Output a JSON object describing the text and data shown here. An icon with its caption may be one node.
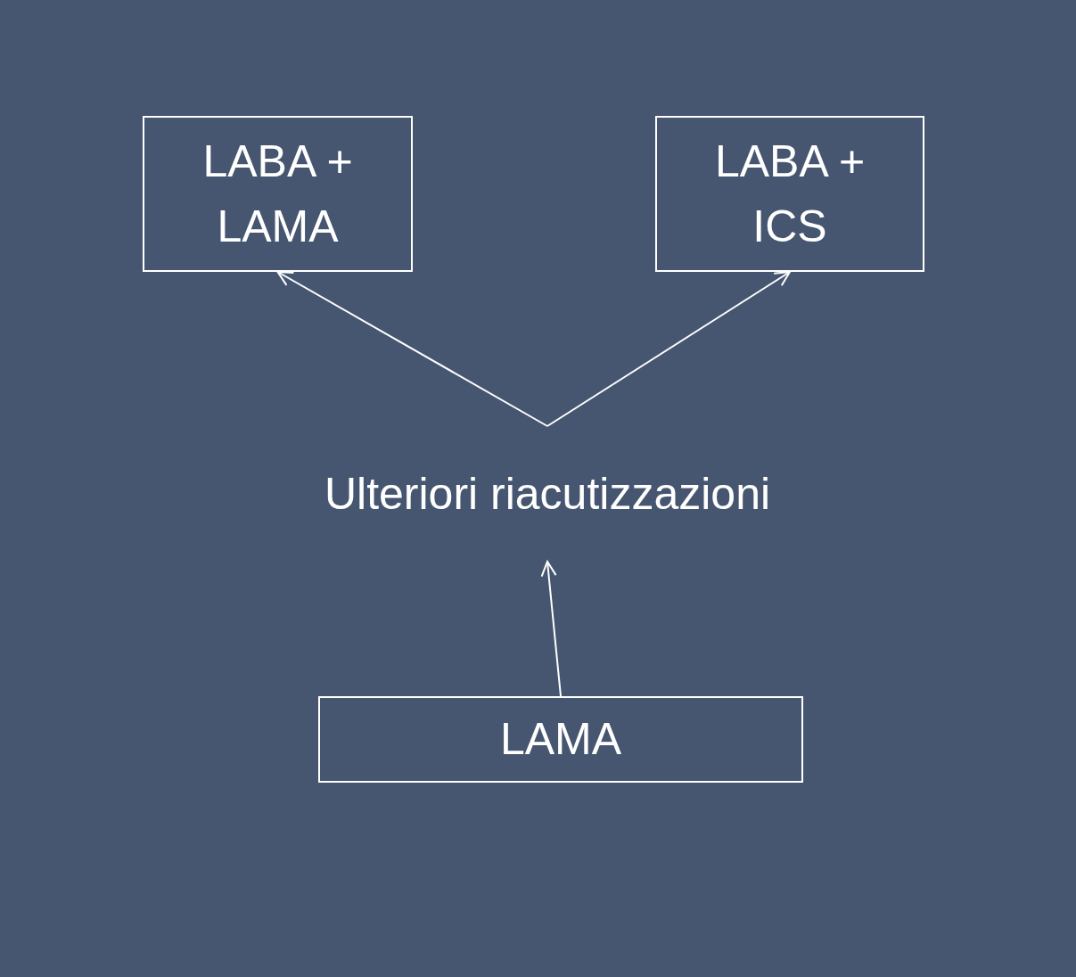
{
  "diagram": {
    "nodes": [
      {
        "text": [
          "LABA + LAMA"
        ]
      },
      {
        "text": [
          "LABA + ICS"
        ]
      },
      {
        "text": [
          "Ulteriori riacutizzazioni"
        ]
      },
      {
        "text": [
          "LAMA"
        ]
      }
    ],
    "edges": [
      {
        "from": 3,
        "to": 2,
        "arrow": "to"
      },
      {
        "from": 2,
        "to": 0,
        "arrow": "to"
      },
      {
        "from": 2,
        "to": 1,
        "arrow": "to"
      }
    ]
  }
}
